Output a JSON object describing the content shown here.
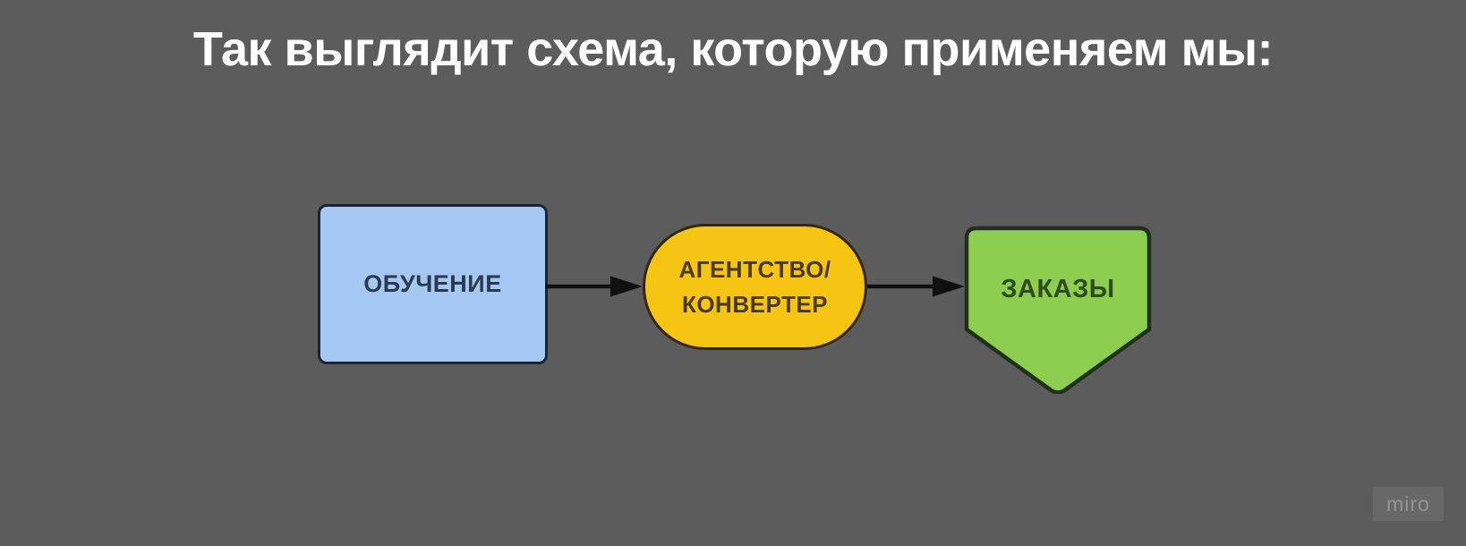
{
  "canvas": {
    "background": "#5C5C5C"
  },
  "title": {
    "text": "Так выглядит схема, которую применяем мы:",
    "color": "#FFFFFF"
  },
  "diagram": {
    "connector_color": "#101010",
    "nodes": [
      {
        "id": "training",
        "shape": "rounded-rectangle",
        "label": "ОБУЧЕНИЕ",
        "fill": "#A5C8F3",
        "border": "#1B2433",
        "text_color": "#2C3A4D"
      },
      {
        "id": "agency-converter",
        "shape": "pill",
        "label_lines": [
          "АГЕНТСТВО/",
          "КОНВЕРТЕР"
        ],
        "fill": "#F6C514",
        "border": "#33290A",
        "text_color": "#4A3A10"
      },
      {
        "id": "orders",
        "shape": "pentagon-down",
        "label": "ЗАКАЗЫ",
        "fill": "#8DCE51",
        "border": "#20301A",
        "text_color": "#2F4D1C"
      }
    ],
    "connectors": [
      {
        "from": "training",
        "to": "agency-converter"
      },
      {
        "from": "agency-converter",
        "to": "orders"
      }
    ]
  },
  "watermark": {
    "text": "miro",
    "background": "rgba(255,255,255,0.08)",
    "text_color": "#949494"
  }
}
